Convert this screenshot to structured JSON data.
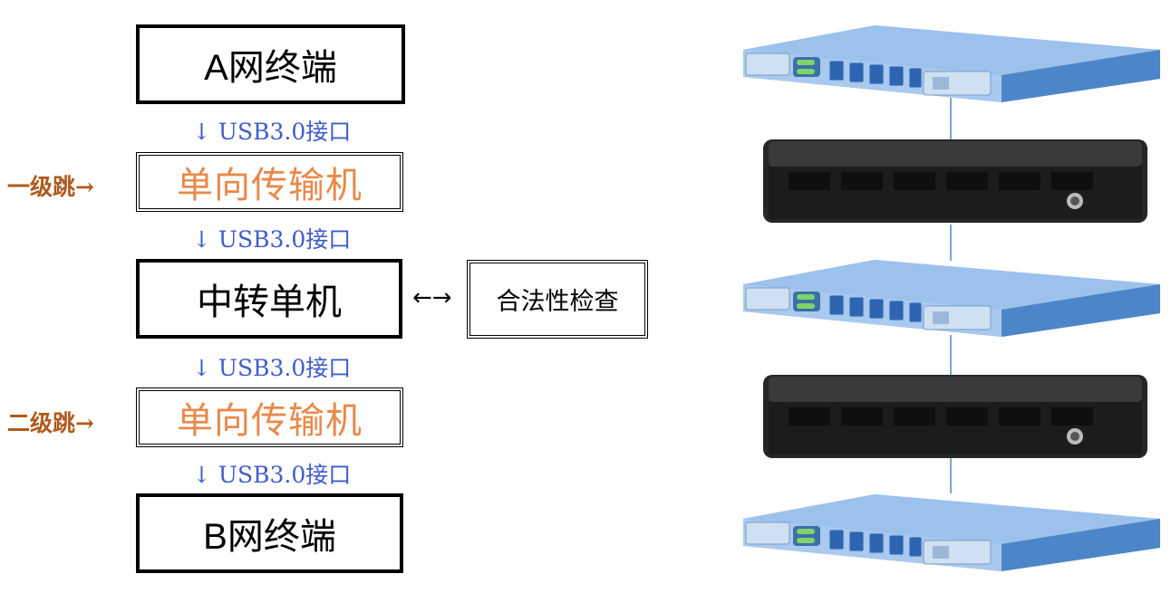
{
  "flow": {
    "terminal_a": "A网终端",
    "interface_1": "↓ USB3.0接口",
    "oneway_1": "单向传输机",
    "hop_1": "一级跳→",
    "interface_2": "↓ USB3.0接口",
    "relay": "中转单机",
    "relay_arrow": "←→",
    "check": "合法性检查",
    "interface_3": "↓ USB3.0接口",
    "oneway_2": "单向传输机",
    "hop_2": "二级跳→",
    "interface_4": "↓ USB3.0接口",
    "terminal_b": "B网终端"
  },
  "devices": [
    {
      "kind": "blue-rack-server-icon"
    },
    {
      "kind": "black-chassis-icon"
    },
    {
      "kind": "blue-rack-server-icon"
    },
    {
      "kind": "black-chassis-icon"
    },
    {
      "kind": "blue-rack-server-icon"
    }
  ],
  "colors": {
    "oneway_text": "#e8894a",
    "interface_text": "#3f5ccb",
    "hop_text": "#b05a1c",
    "server_blue": "#5b95d4",
    "link_line": "#7aa7d6"
  }
}
